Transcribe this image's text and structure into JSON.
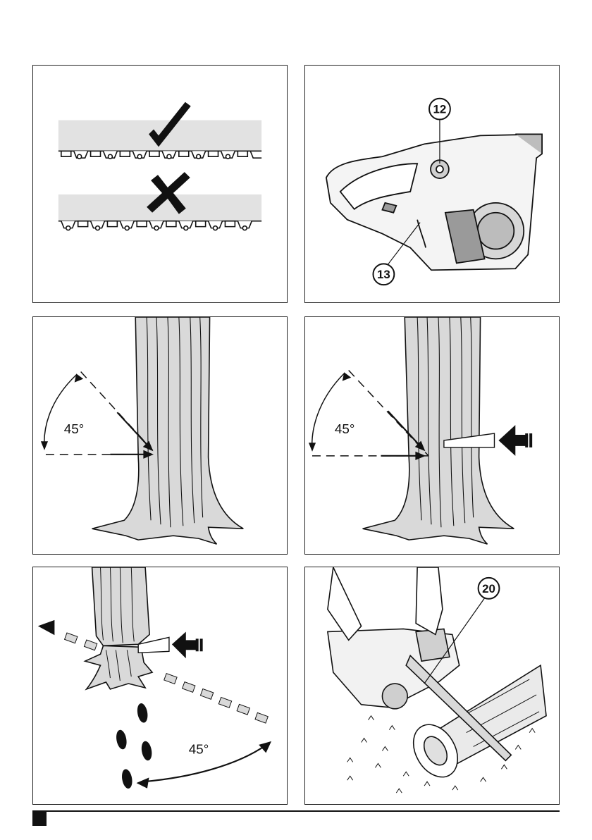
{
  "figures": {
    "chain_check": {
      "labels": []
    },
    "chain_tension": {
      "callouts": [
        "12",
        "13"
      ]
    },
    "felling_notch": {
      "angle_label": "45°"
    },
    "felling_cut": {
      "angle_label": "45°"
    },
    "escape_path": {
      "angle_label": "45°"
    },
    "log_cutting": {
      "callouts": [
        "20"
      ]
    }
  },
  "icons": [
    "check-mark-icon",
    "cross-mark-icon",
    "push-arrow-icon",
    "footprint-icon"
  ],
  "colors": {
    "line": "#111111",
    "bar_fill": "#e2e2e2",
    "ground": "#cfcfcf"
  }
}
